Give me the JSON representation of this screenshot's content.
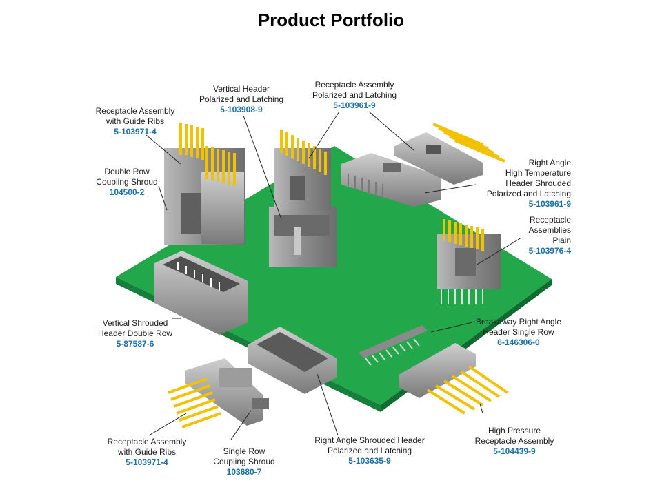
{
  "title": "Product Portfolio",
  "colors": {
    "board": "#22a84a",
    "pins": "#f2c200",
    "part_number": "#1d6fa8",
    "housing": "#9a9a9a"
  },
  "labels": {
    "recep_guide_top": {
      "lines": [
        "Receptacle Assembly",
        "with Guide Ribs"
      ],
      "part": "5-103971-4"
    },
    "double_row": {
      "lines": [
        "Double Row",
        "Coupling Shroud"
      ],
      "part": "104500-2"
    },
    "vertical_header": {
      "lines": [
        "Vertical Header",
        "Polarized and Latching"
      ],
      "part": "5-103908-9"
    },
    "recep_polarized": {
      "lines": [
        "Receptacle Assembly",
        "Polarized and Latching"
      ],
      "part": "5-103961-9"
    },
    "right_angle_ht": {
      "lines": [
        "Right Angle",
        "High Temperature",
        "Header Shrouded",
        "Polarized and Latching"
      ],
      "part": "5-103961-9"
    },
    "recep_plain": {
      "lines": [
        "Receptacle",
        "Assemblies",
        "Plain"
      ],
      "part": "5-103976-4"
    },
    "vertical_shrouded": {
      "lines": [
        "Vertical Shrouded",
        "Header Double Row"
      ],
      "part": "5-87587-6"
    },
    "breakaway": {
      "lines": [
        "Breakaway Right Angle",
        "Header Single Row"
      ],
      "part": "6-146306-0"
    },
    "high_pressure": {
      "lines": [
        "High Pressure",
        "Receptacle Assembly"
      ],
      "part": "5-104439-9"
    },
    "recep_guide_bottom": {
      "lines": [
        "Receptacle Assembly",
        "with Guide Ribs"
      ],
      "part": "5-103971-4"
    },
    "single_row": {
      "lines": [
        "Single Row",
        "Coupling Shroud"
      ],
      "part": "103680-7"
    },
    "ra_shrouded": {
      "lines": [
        "Right Angle Shrouded Header",
        "Polarized and Latching"
      ],
      "part": "5-103635-9"
    }
  }
}
